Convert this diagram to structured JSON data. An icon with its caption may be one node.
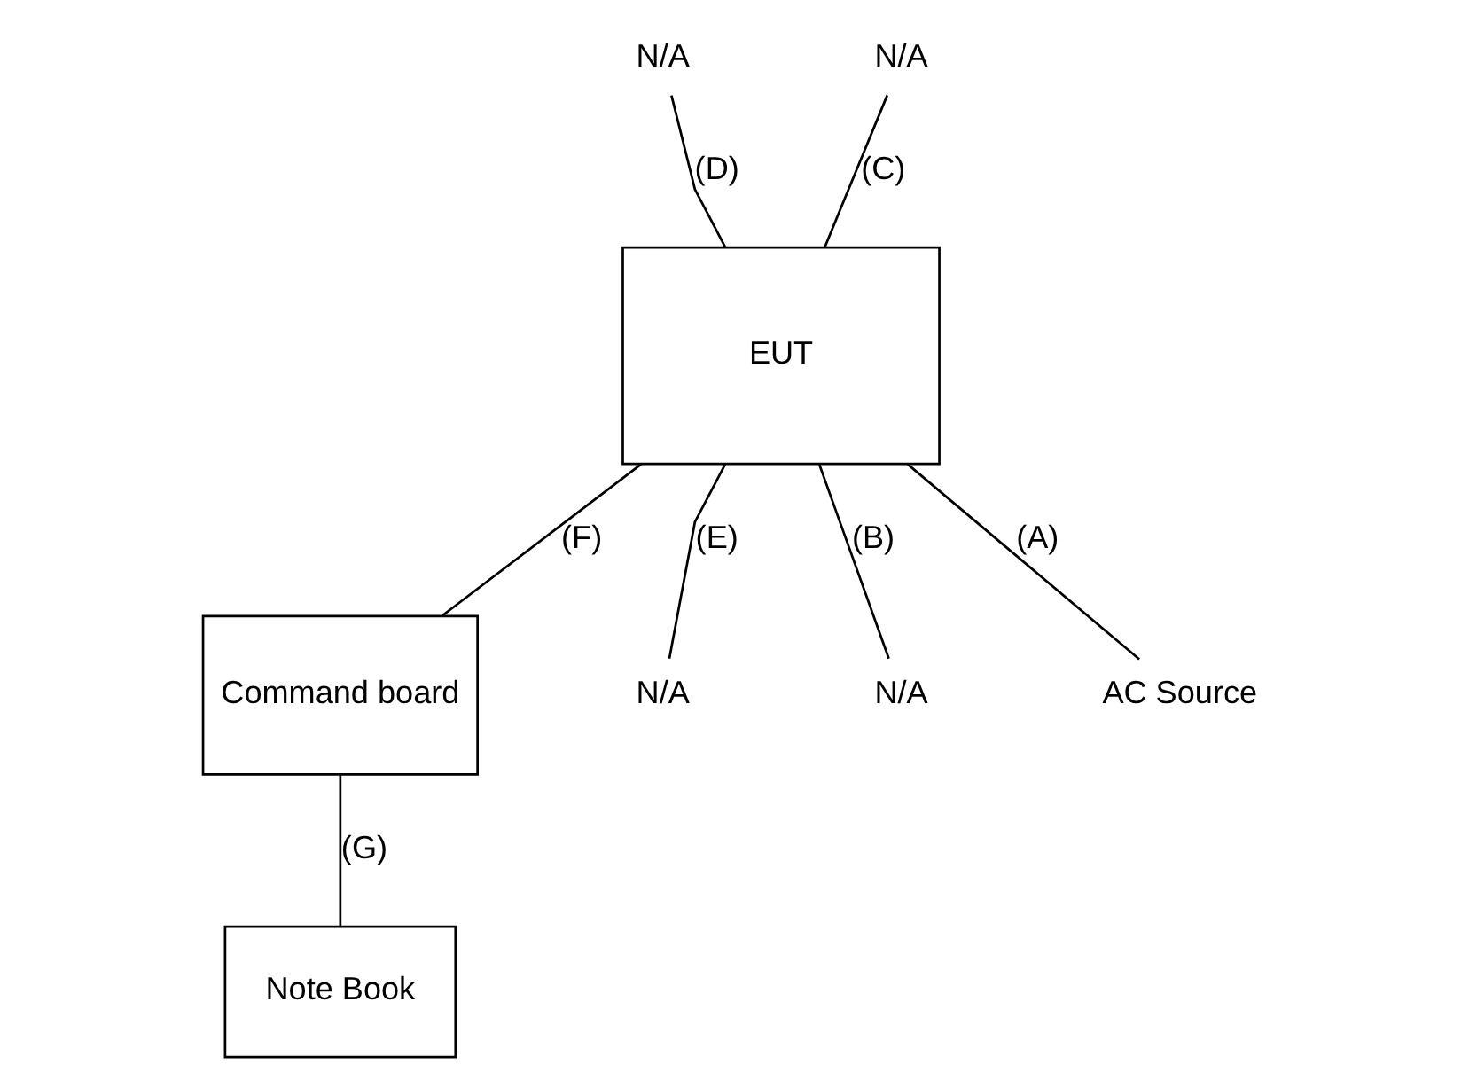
{
  "diagram": {
    "nodes": [
      {
        "text": [
          "N/A"
        ]
      },
      {
        "text": [
          "N/A"
        ]
      },
      {
        "text": [
          "EUT"
        ]
      },
      {
        "text": [
          "Command board"
        ]
      },
      {
        "text": [
          "N/A"
        ]
      },
      {
        "text": [
          "N/A"
        ]
      },
      {
        "text": [
          "AC Source"
        ]
      },
      {
        "text": [
          "Note Book"
        ]
      }
    ],
    "edges": [
      {
        "from": 0,
        "to": 2,
        "arrow": "none",
        "label": "(D)"
      },
      {
        "from": 1,
        "to": 2,
        "arrow": "none",
        "label": "(C)"
      },
      {
        "from": 2,
        "to": 6,
        "arrow": "none",
        "label": "(A)"
      },
      {
        "from": 2,
        "to": 5,
        "arrow": "none",
        "label": "(B)"
      },
      {
        "from": 2,
        "to": 4,
        "arrow": "none",
        "label": "(E)"
      },
      {
        "from": 2,
        "to": 3,
        "arrow": "none",
        "label": "(F)"
      },
      {
        "from": 3,
        "to": 7,
        "arrow": "none",
        "label": "(G)"
      }
    ]
  }
}
